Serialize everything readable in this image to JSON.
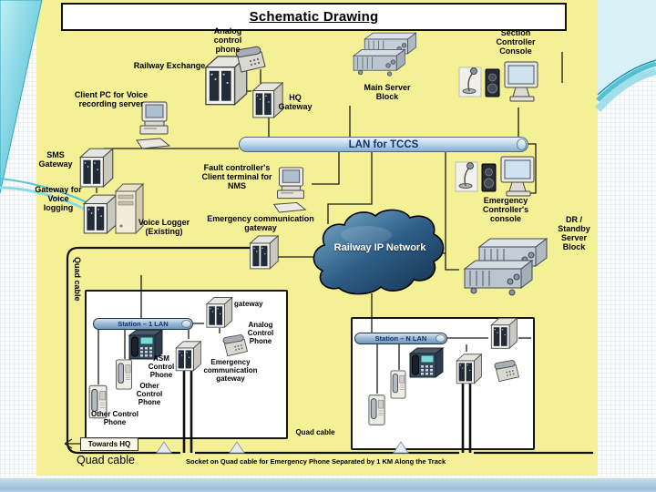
{
  "title": "Schematic Drawing",
  "colors": {
    "panel_yellow": "#f4f095",
    "lan_bar_fill": "#bdd8ec",
    "lan_text_navy": "#14306b",
    "cloud_blue": "#2e5e86",
    "teal_accent": "#4fc3d5",
    "bottom_band_blue": "#9dbfda"
  },
  "nodes": {
    "analog_phone_top": "Analog control phone",
    "railway_exchange": "Railway Exchange",
    "client_pc": "Client PC for Voice recording server",
    "main_server": "Main Server Block",
    "section_console": "Section Controller Console",
    "hq_gateway": "HQ Gateway",
    "lan_tccs": "LAN for TCCS",
    "sms_gateway": "SMS Gateway",
    "voice_logging_gateway": "Gateway for Voice logging",
    "voice_logger": "Voice Logger (Existing)",
    "fault_terminal": "Fault controller's Client terminal for NMS",
    "emergency_comm_gateway": "Emergency communication gateway",
    "railway_ip_network": "Railway IP Network",
    "emergency_console": "Emergency Controller's console",
    "dr_standby": "DR / Standby Server Block"
  },
  "station1": {
    "lan_label": "Station – 1 LAN",
    "gateway_label": "gateway",
    "analog_phone_label": "Analog Control Phone",
    "asm_phone_label": "ASM Control Phone",
    "other_phone1_label": "Other Control Phone",
    "other_phone2_label": "Other Control Phone",
    "emergency_gateway_label": "Emergency communication gateway"
  },
  "station_n": {
    "lan_label": "Station – N LAN"
  },
  "cables": {
    "quad_left": "Quad cable",
    "quad_bottom": "Quad cable",
    "quad_mid": "Quad cable",
    "towards_hq": "Towards HQ",
    "caption": "Socket on Quad cable for Emergency Phone Separated by 1 KM Along the Track"
  }
}
